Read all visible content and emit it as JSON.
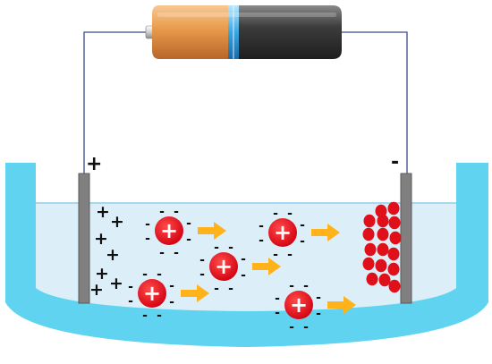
{
  "electrodes": {
    "anode_sign": "+",
    "cathode_sign": "-"
  },
  "ions": {
    "positive_sign": "+",
    "negative_sign": "-",
    "solution_positive_charge_count": 7,
    "particle_count": 5,
    "deposit_count": 17
  },
  "colors": {
    "tank": "#5fd3f0",
    "liquid": "#dceef8",
    "liquid_surface": "#a9d7ef",
    "electrode": "#808080",
    "ion": "#e0101a",
    "arrow": "#ffb21a",
    "wire": "#3a4a8a",
    "battery_copper": "#e89a4a",
    "battery_black": "#3c3c3c",
    "battery_stripe": "#3aa6e0"
  },
  "icons": {
    "battery": "battery-icon",
    "ion": "positive-ion-icon",
    "arrow": "arrow-right-icon"
  }
}
